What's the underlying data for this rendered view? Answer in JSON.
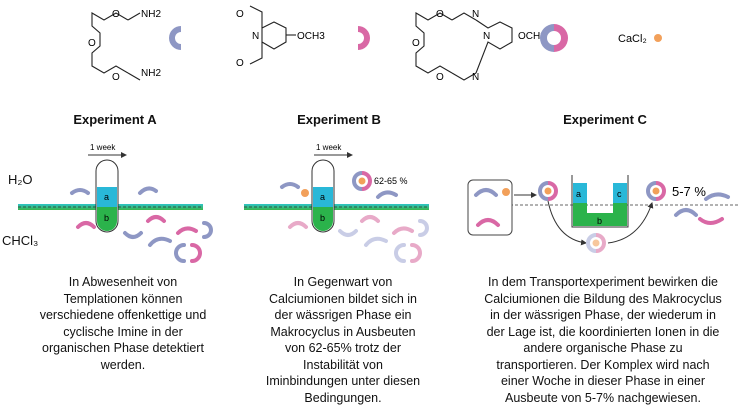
{
  "top_row": {
    "amine_groups": [
      "NH2",
      "NH2"
    ],
    "pyridine_substituents": [
      "OCH3"
    ],
    "pyridine_ring_n": "N",
    "macrocycle_substituents": [
      "OCH3"
    ],
    "macrocycle_ring_n": [
      "N",
      "N",
      "N"
    ],
    "salt": "CaCl₂",
    "colors": {
      "amine": "#8e97c4",
      "aldehyde": "#d968a5",
      "calcium": "#f2a05a"
    }
  },
  "phase_labels": {
    "water": "H₂O",
    "organic": "CHCl₃"
  },
  "experiments": [
    {
      "title": "Experiment A",
      "time_label": "1 week",
      "tube_labels": [
        "a",
        "b"
      ],
      "description": [
        "In Abwesenheit von",
        "Templationen können",
        "verschiedene offenkettige und",
        "cyclische Imine in der",
        "organischen Phase detektiert",
        "werden."
      ]
    },
    {
      "title": "Experiment B",
      "time_label": "1 week",
      "tube_labels": [
        "a",
        "b"
      ],
      "yield_label": "62-65 %",
      "description": [
        "In Gegenwart von",
        "Calciumionen bildet sich in",
        "der wässrigen Phase ein",
        "Makrocyclus in Ausbeuten",
        "von 62-65% trotz der",
        "Instabilität von",
        "Iminbindungen unter diesen",
        "Bedingungen."
      ]
    },
    {
      "title": "Experiment C",
      "tube_labels": [
        "a",
        "b",
        "c"
      ],
      "yield_label": "5-7 %",
      "description": [
        "In dem Transportexperiment bewirken die",
        "Calciumionen die Bildung des Makrocyclus",
        "in der wässrigen Phase, der wiederum in",
        "der Lage ist, die koordinierten Ionen in die",
        "andere organische Phase zu",
        "transportieren. Der Komplex wird nach",
        "einer Woche in dieser Phase in einer",
        "Ausbeute von 5-7% nachgewiesen."
      ]
    }
  ]
}
